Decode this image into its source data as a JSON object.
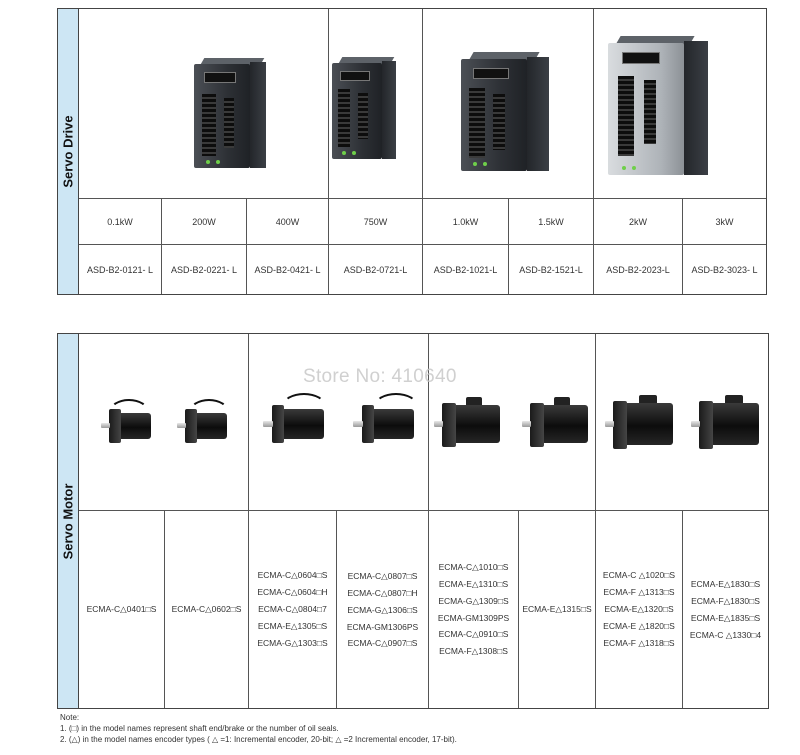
{
  "servo_drive": {
    "label": "Servo Drive",
    "power": [
      "0.1kW",
      "200W",
      "400W",
      "750W",
      "1.0kW",
      "1.5kW",
      "2kW",
      "3kW"
    ],
    "models": [
      "ASD-B2-0121- L",
      "ASD-B2-0221- L",
      "ASD-B2-0421- L",
      "ASD-B2-0721-L",
      "ASD-B2-1021-L",
      "ASD-B2-1521-L",
      "ASD-B2-2023-L",
      "ASD-B2-3023- L"
    ]
  },
  "servo_motor": {
    "label": "Servo Motor",
    "columns": [
      [
        "ECMA-C△0401□S"
      ],
      [
        "ECMA-C△0602□S"
      ],
      [
        "ECMA-C△0604□S",
        "ECMA-C△0604□H",
        "ECMA-C△0804□7",
        "ECMA-E△1305□S",
        "ECMA-G△1303□S"
      ],
      [
        "ECMA-C△0807□S",
        "ECMA-C△0807□H",
        "ECMA-G△1306□S",
        "ECMA-GM1306PS",
        "ECMA-C△0907□S"
      ],
      [
        "ECMA-C△1010□S",
        "ECMA-E△1310□S",
        "ECMA-G△1309□S",
        "ECMA-GM1309PS",
        "ECMA-C△0910□S",
        "ECMA-F△1308□S"
      ],
      [
        "ECMA-E△1315□S"
      ],
      [
        "ECMA-C △1020□S",
        "ECMA-F △1313□S",
        "ECMA-E△1320□S",
        "ECMA-E △1820□S",
        "ECMA-F △1318□S"
      ],
      [
        "ECMA-E△1830□S",
        "ECMA-F△1830□S",
        "ECMA-E△1835□S",
        "ECMA-C △1330□4"
      ]
    ]
  },
  "watermark": "Store No: 410640",
  "notes": {
    "title": "Note:",
    "line1": "1. (□) in the model names represent shaft end/brake or the number of oil seals.",
    "line2": "2. (△) in the model names encoder types ( △ =1: Incremental encoder, 20-bit; △ =2 Incremental encoder, 17-bit)."
  }
}
